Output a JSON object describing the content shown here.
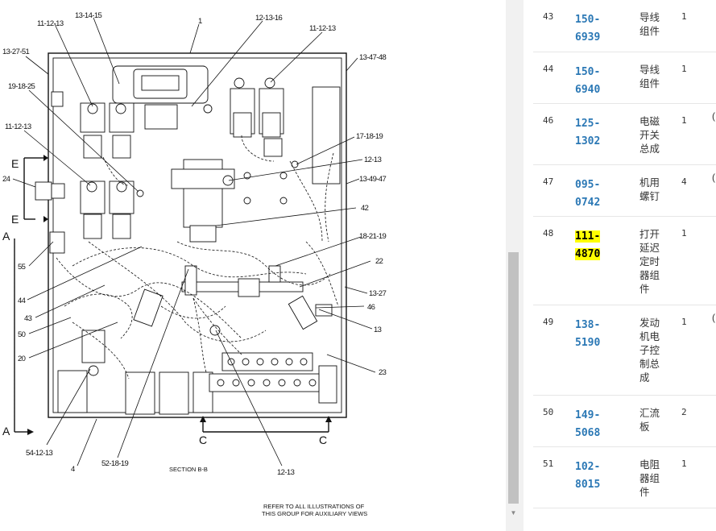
{
  "diagram": {
    "callouts": {
      "l1": "1",
      "l11_12_13_a": "11-12-13",
      "l13_14_15": "13-14-15",
      "l12_13_16": "12-13-16",
      "l11_12_13_b": "11-12-13",
      "l13_27_51": "13-27-51",
      "l13_47_48": "13-47-48",
      "l19_18_25": "19-18-25",
      "l11_12_13_c": "11-12-13",
      "l17_18_19": "17-18-19",
      "l12_13_a": "12-13",
      "l24": "24",
      "l13_49_47": "13-49-47",
      "l42": "42",
      "l18_21_19": "18-21-19",
      "l55": "55",
      "l22": "22",
      "l44": "44",
      "l13_27": "13-27",
      "l46": "46",
      "l43": "43",
      "l13": "13",
      "l50": "50",
      "l20": "20",
      "l23": "23",
      "l54_12_13": "54-12-13",
      "l4": "4",
      "l52_18_19": "52-18-19",
      "l12_13_b": "12-13"
    },
    "section_marks": {
      "e_top": "E",
      "e_bottom": "E",
      "a_top": "A",
      "a_bottom": "A",
      "c_left": "C",
      "c_right": "C"
    },
    "section_caption": "SECTION B-B",
    "note_line1": "REFER TO ALL ILLUSTRATIONS OF",
    "note_line2": "THIS GROUP FOR AUXILIARY VIEWS"
  },
  "parts_table": {
    "rows": [
      {
        "num": "43",
        "part_a": "150-",
        "part_b": "6939",
        "name": [
          "导线",
          "组件"
        ],
        "qty": "1",
        "extra": "",
        "highlight": false
      },
      {
        "num": "44",
        "part_a": "150-",
        "part_b": "6940",
        "name": [
          "导线",
          "组件"
        ],
        "qty": "1",
        "extra": "",
        "highlight": false
      },
      {
        "num": "46",
        "part_a": "125-",
        "part_b": "1302",
        "name": [
          "电磁",
          "开关",
          "总成"
        ],
        "qty": "1",
        "extra": "(",
        "highlight": false
      },
      {
        "num": "47",
        "part_a": "095-",
        "part_b": "0742",
        "name": [
          "机用",
          "螺钉"
        ],
        "qty": "4",
        "extra": "(",
        "highlight": false
      },
      {
        "num": "48",
        "part_a": "111-",
        "part_b": "4870",
        "name": [
          "打开",
          "延迟",
          "定时",
          "器组",
          "件"
        ],
        "qty": "1",
        "extra": "",
        "highlight": true
      },
      {
        "num": "49",
        "part_a": "138-",
        "part_b": "5190",
        "name": [
          "发动",
          "机电",
          "子控",
          "制总",
          "成"
        ],
        "qty": "1",
        "extra": "(",
        "highlight": false
      },
      {
        "num": "50",
        "part_a": "149-",
        "part_b": "5068",
        "name": [
          "汇流",
          "板"
        ],
        "qty": "2",
        "extra": "",
        "highlight": false
      },
      {
        "num": "51",
        "part_a": "102-",
        "part_b": "8015",
        "name": [
          "电阻",
          "器组",
          "件"
        ],
        "qty": "1",
        "extra": "",
        "highlight": false
      }
    ]
  },
  "colors": {
    "link": "#2b78b5",
    "highlight": "#ffff00",
    "scroll_thumb": "#c1c1c1"
  }
}
